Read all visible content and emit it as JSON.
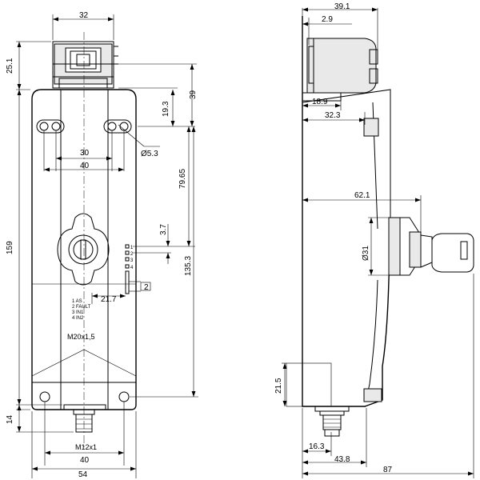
{
  "front_view": {
    "dims": {
      "top_width": "32",
      "head_height": "25.1",
      "slot_to_head": "19.3",
      "slot_from_top": "39",
      "hole_dia": "Ø5.3",
      "slot_spacing_inner": "30",
      "slot_spacing_outer": "40",
      "slot_to_indicator": "79.65",
      "led_pitch": "3.7",
      "total_height": "159",
      "slot_to_bottom": "135.3",
      "led_offset": "21.7",
      "led_size": "2",
      "connector_height": "14",
      "bottom_holes": "40",
      "overall_width": "54"
    },
    "led_numbers": [
      "1",
      "2",
      "3",
      "4"
    ],
    "legend": [
      "1 AS",
      "2 FAULT",
      "3 IN1",
      "4 IN2"
    ],
    "cable_thread": "M20x1,5",
    "connector_thread": "M12x1"
  },
  "side_view": {
    "dims": {
      "top_width": "39.1",
      "top_lip": "2.9",
      "head_depth": "18.9",
      "body_depth": "32.3",
      "key_reach": "62.1",
      "key_dia": "Ø31",
      "connector_height": "21.5",
      "connector_depth": "16.3",
      "base_depth": "43.8",
      "overall_depth": "87"
    }
  }
}
